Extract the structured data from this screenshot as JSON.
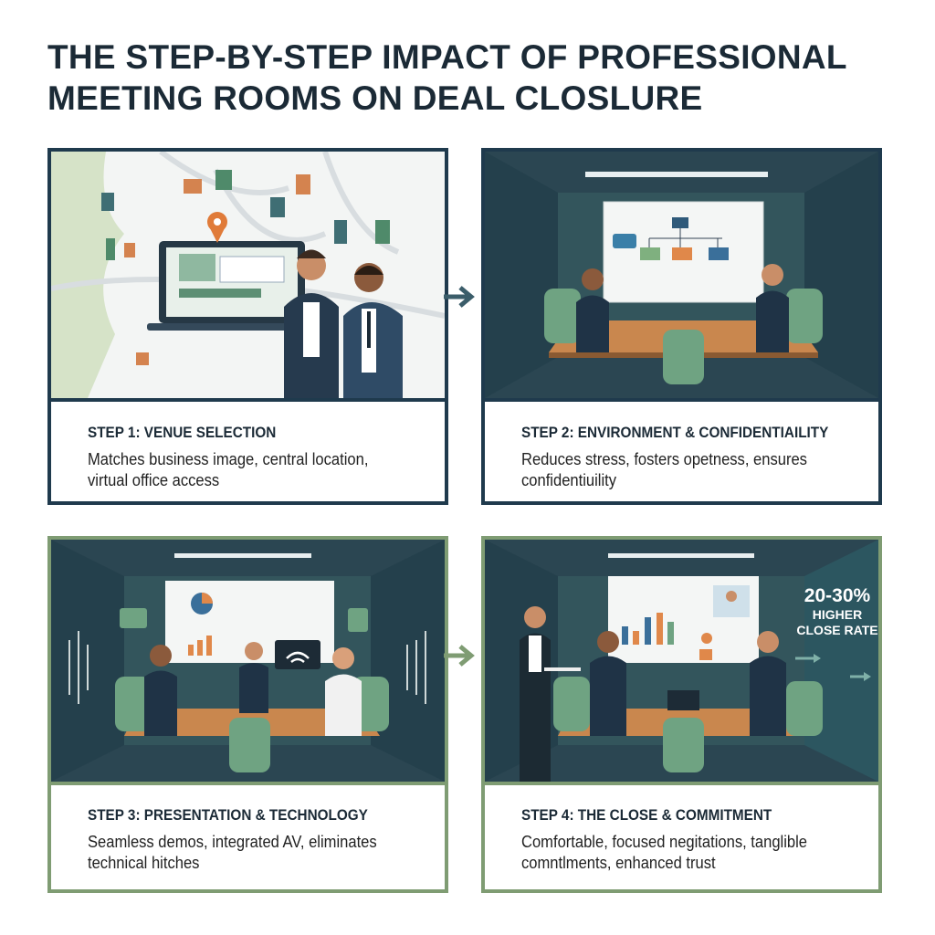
{
  "title": "THE STEP-BY-STEP IMPACT OF PROFESSIONAL MEETING ROOMS ON DEAL CLOSLURE",
  "steps": [
    {
      "heading": "STEP 1: VENUE SELECTION",
      "text": "Matches business image, central location, virtual office access"
    },
    {
      "heading": "STEP 2: ENVIRONMENT & CONFIDENTIAILITY",
      "text": "Reduces stress, fosters opetness, ensures confidentiuility"
    },
    {
      "heading": "STEP 3: PRESENTATION & TECHNOLOGY",
      "text": "Seamless demos, integrated AV, eliminates technical hitches"
    },
    {
      "heading": "STEP 4: THE CLOSE & COMMITMENT",
      "text": "Comfortable, focused negitations, tanglible comntlments, enhanced trust"
    }
  ],
  "stat": {
    "value": "20-30%",
    "line1": "HIGHER",
    "line2": "CLOSE RATE"
  },
  "colors": {
    "navy": "#1f3a4d",
    "green": "#7f9c73",
    "room": "#2f4f5a"
  }
}
